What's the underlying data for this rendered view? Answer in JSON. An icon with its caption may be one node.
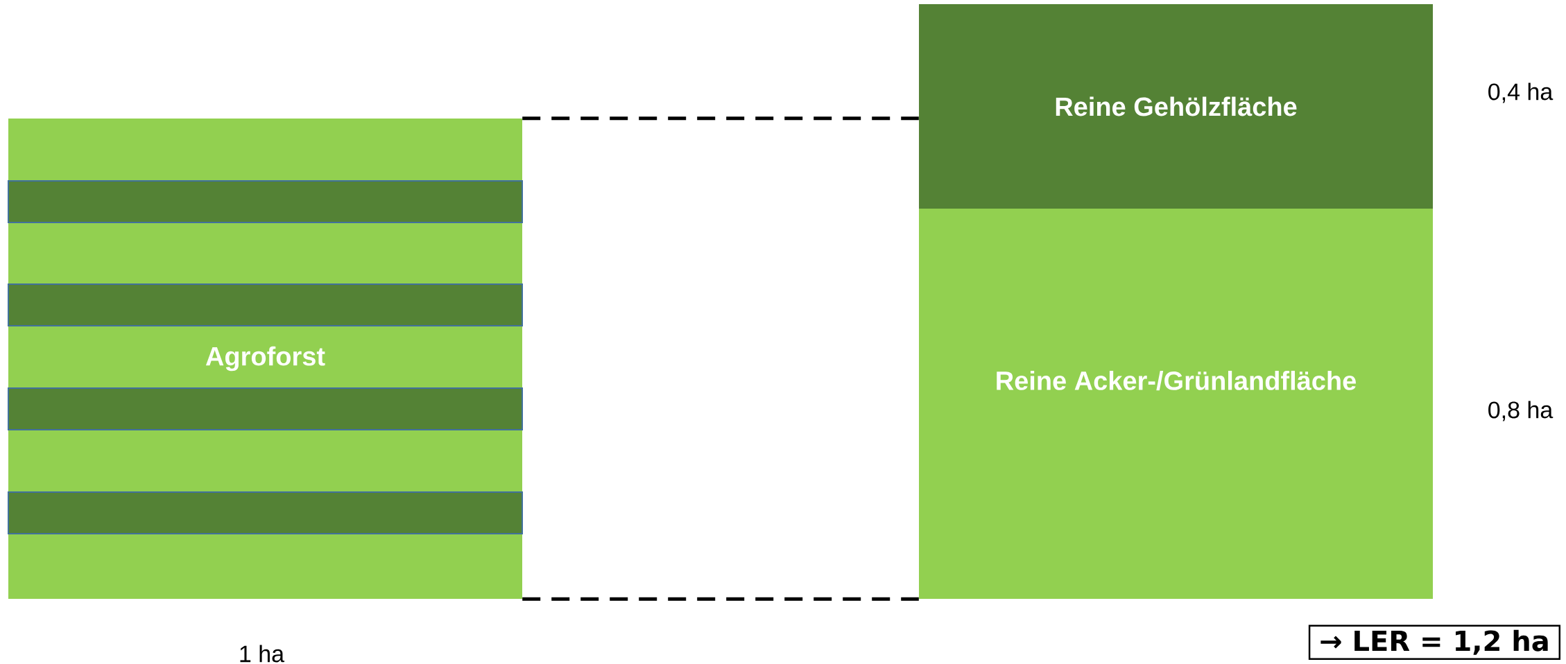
{
  "diagram": {
    "nodes": [
      {
        "text": [
          "Agroforst"
        ]
      },
      {
        "text": [],
        "shape": "bar",
        "in": 0
      },
      {
        "text": [],
        "shape": "bar",
        "in": 0
      },
      {
        "text": [],
        "shape": "bar",
        "in": 0
      },
      {
        "text": [],
        "shape": "bar",
        "in": 0
      },
      {
        "text": [
          "Reine Gehölzfläche"
        ]
      },
      {
        "text": [
          "Reine Acker-/Grünlandfläche"
        ]
      },
      {
        "text": [
          "→ LER = 1,2 ha"
        ]
      }
    ],
    "edges": [
      {
        "from": 0,
        "to": 5,
        "arrow": "none",
        "style": "dashed"
      },
      {
        "from": 0,
        "to": 6,
        "arrow": "none",
        "style": "dashed"
      }
    ],
    "labels": [
      "0,4 ha",
      "0,8 ha",
      "1 ha"
    ]
  }
}
